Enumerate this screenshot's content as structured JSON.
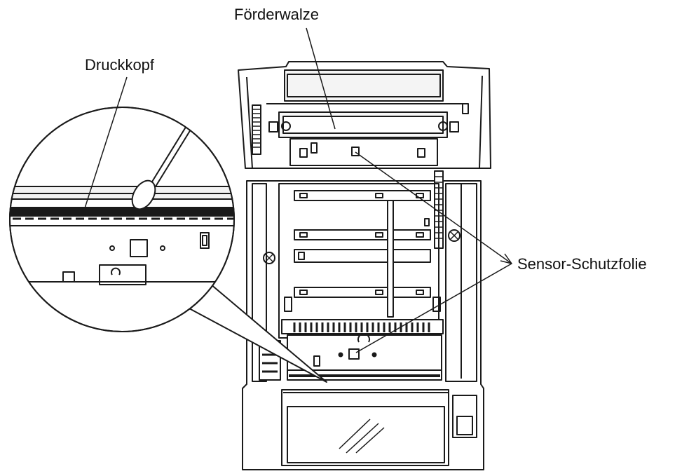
{
  "labels": {
    "feed_roller": "Förderwalze",
    "print_head": "Druckkopf",
    "sensor_film": "Sensor-Schutzfolie"
  },
  "colors": {
    "line": "#1a1a1a",
    "fill_light": "#f2f2f2",
    "fill_mid": "#d9d9d9",
    "fill_dark": "#1a1a1a",
    "background": "#ffffff"
  }
}
